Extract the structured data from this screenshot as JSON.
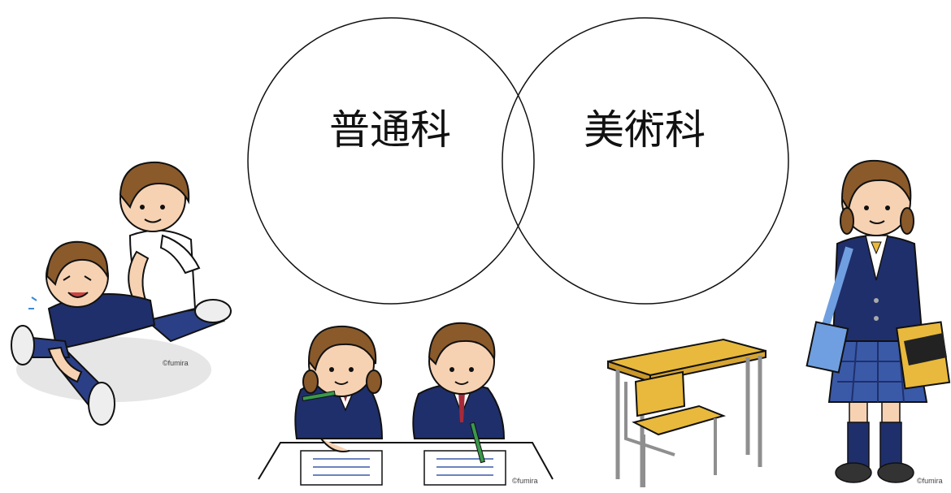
{
  "venn": {
    "left_label": "普通科",
    "right_label": "美術科"
  },
  "illustrations": {
    "watermarks": [
      "©fumira",
      "©fumira",
      "©fumira"
    ]
  },
  "colors": {
    "uniform_navy": "#1f2f6b",
    "skin": "#f6d2b3",
    "hair_brown": "#8a5a2b",
    "desk_yellow": "#e8b93c",
    "desk_leg_gray": "#8f8f8f",
    "plaid_blue": "#3a5aa8",
    "bag_blue": "#6f9fe0",
    "outline": "#111111"
  }
}
